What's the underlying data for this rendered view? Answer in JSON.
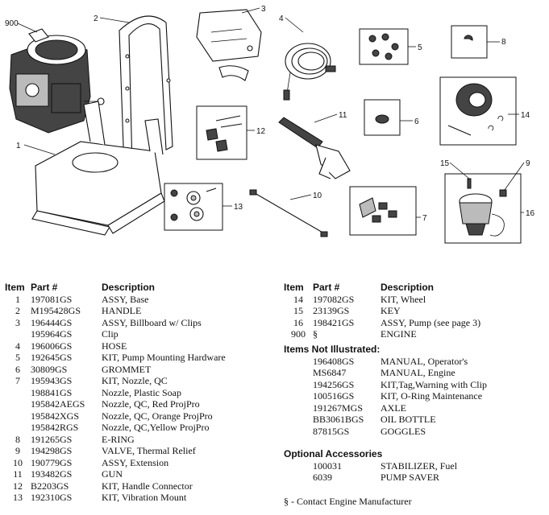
{
  "callouts": {
    "c900": "900",
    "c1": "1",
    "c2": "2",
    "c3": "3",
    "c4": "4",
    "c5": "5",
    "c6": "6",
    "c7": "7",
    "c8": "8",
    "c9": "9",
    "c10": "10",
    "c11": "11",
    "c12": "12",
    "c13": "13",
    "c14": "14",
    "c15": "15",
    "c16": "16"
  },
  "headers": {
    "item": "Item",
    "part": "Part #",
    "description": "Description"
  },
  "left_rows": [
    {
      "item": "1",
      "part": "197081GS",
      "desc": "ASSY, Base"
    },
    {
      "item": "2",
      "part": "M195428GS",
      "desc": "HANDLE"
    },
    {
      "item": "3",
      "part": "196444GS",
      "desc": "ASSY, Billboard w/ Clips"
    },
    {
      "item": "",
      "part": "195964GS",
      "desc": "Clip"
    },
    {
      "item": "4",
      "part": "196006GS",
      "desc": "HOSE"
    },
    {
      "item": "5",
      "part": "192645GS",
      "desc": "KIT, Pump Mounting Hardware"
    },
    {
      "item": "6",
      "part": "30809GS",
      "desc": "GROMMET"
    },
    {
      "item": "7",
      "part": "195943GS",
      "desc": "KIT, Nozzle, QC"
    },
    {
      "item": "",
      "part": "198841GS",
      "desc": "Nozzle, Plastic Soap"
    },
    {
      "item": "",
      "part": "195842AEGS",
      "desc": "Nozzle, QC, Red ProjPro"
    },
    {
      "item": "",
      "part": "195842XGS",
      "desc": "Nozzle, QC, Orange ProjPro"
    },
    {
      "item": "",
      "part": "195842RGS",
      "desc": "Nozzle, QC,Yellow ProjPro"
    },
    {
      "item": "8",
      "part": "191265GS",
      "desc": "E-RING"
    },
    {
      "item": "9",
      "part": "194298GS",
      "desc": "VALVE, Thermal Relief"
    },
    {
      "item": "10",
      "part": "190779GS",
      "desc": "ASSY, Extension"
    },
    {
      "item": "11",
      "part": "193482GS",
      "desc": "GUN"
    },
    {
      "item": "12",
      "part": "B2203GS",
      "desc": "KIT, Handle Connector"
    },
    {
      "item": "13",
      "part": "192310GS",
      "desc": "KIT, Vibration Mount"
    }
  ],
  "right_rows": [
    {
      "item": "14",
      "part": "197082GS",
      "desc": "KIT, Wheel"
    },
    {
      "item": "15",
      "part": "23139GS",
      "desc": "KEY"
    },
    {
      "item": "16",
      "part": "198421GS",
      "desc": "ASSY, Pump (see page 3)"
    },
    {
      "item": "900",
      "part": "§",
      "desc": "ENGINE"
    }
  ],
  "not_illustrated": {
    "title": "Items Not Illustrated:",
    "rows": [
      {
        "part": "196408GS",
        "desc": "MANUAL, Operator's"
      },
      {
        "part": "MS6847",
        "desc": "MANUAL, Engine"
      },
      {
        "part": "194256GS",
        "desc": "KIT,Tag,Warning with Clip"
      },
      {
        "part": "100516GS",
        "desc": "KIT, O-Ring Maintenance"
      },
      {
        "part": "191267MGS",
        "desc": "AXLE"
      },
      {
        "part": "BB3061BGS",
        "desc": "OIL BOTTLE"
      },
      {
        "part": "87815GS",
        "desc": "GOGGLES"
      }
    ]
  },
  "optional": {
    "title": "Optional Accessories",
    "rows": [
      {
        "part": "100031",
        "desc": "STABILIZER, Fuel"
      },
      {
        "part": "6039",
        "desc": "PUMP SAVER"
      }
    ]
  },
  "footnote": "§ - Contact Engine Manufacturer"
}
